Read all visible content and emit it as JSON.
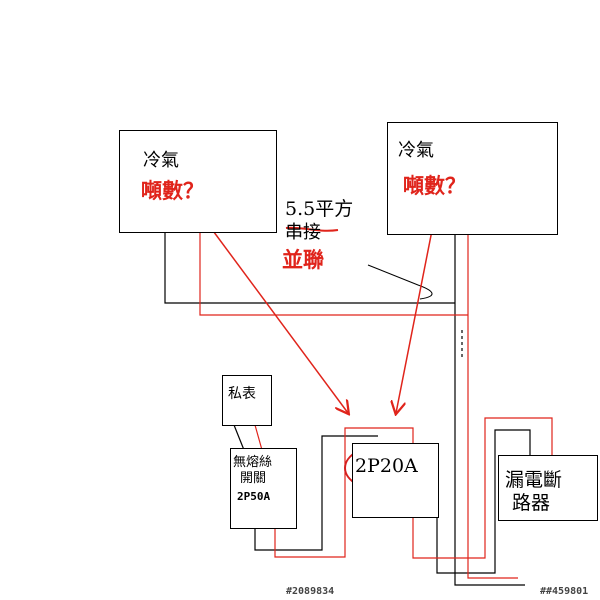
{
  "ac_left": {
    "title": "冷氣",
    "question": "噸數？"
  },
  "ac_right": {
    "title": "冷氣",
    "question": "噸數？"
  },
  "wire_note": {
    "size": "5.5平方",
    "struck": "串接",
    "correction": "並聯"
  },
  "meter": {
    "label": "私表"
  },
  "main_breaker": {
    "line1": "無熔絲",
    "line2": "開關",
    "rating": "2P50A"
  },
  "branch_breaker": {
    "rating": "2P20A"
  },
  "rcd": {
    "line1": "漏電斷",
    "line2": "路器"
  },
  "watermark_left": "#2089834",
  "watermark_right": "##459801",
  "colors": {
    "wire_black": "#000000",
    "wire_red": "#e0241b",
    "highlight": "#d51f1f"
  }
}
